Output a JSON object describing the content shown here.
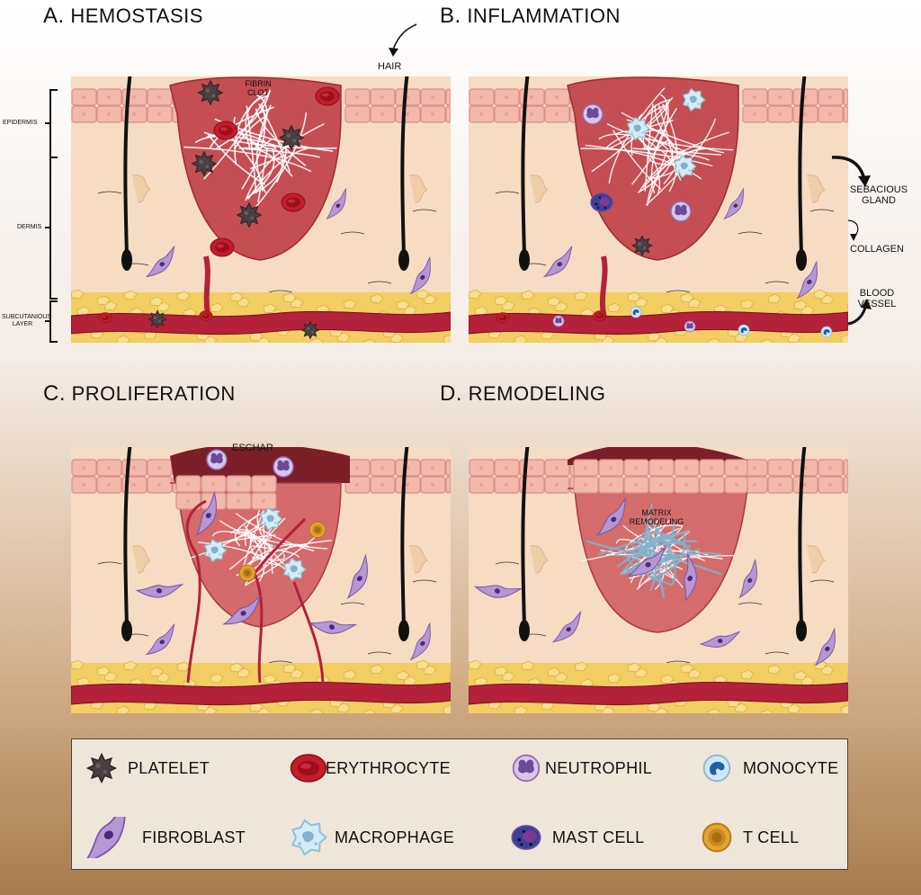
{
  "colors": {
    "tissue": "#f6dcc2",
    "epidermis": "#f3b8ac",
    "wound": "#c44e52",
    "vessel": "#b3213a",
    "fat": "#f3cf63",
    "eschar": "#7c1e28",
    "fibroblast": "#a889c6",
    "monocyte": "#bfe0ee"
  },
  "panels": {
    "a": {
      "letter": "A.",
      "title": "HEMOSTASIS",
      "clot_label": "FIBRIN CLOT"
    },
    "b": {
      "letter": "B.",
      "title": "INFLAMMATION"
    },
    "c": {
      "letter": "C.",
      "title": "PROLIFERATION",
      "eschar_label": "ESCHAR"
    },
    "d": {
      "letter": "D.",
      "title": "REMODELING",
      "matrix_label": "MATRIX REMODELING"
    }
  },
  "layers": {
    "epidermis": "EPIDERMIS",
    "dermis": "DERMIS",
    "subcutaneous": "SUBCUTANIOUS LAYER"
  },
  "structures": {
    "hair": "HAIR",
    "sebaceous_gland": "SEBACIOUS GLAND",
    "collagen": "COLLAGEN",
    "blood_vessel": "BLOOD VESSEL"
  },
  "legend": [
    {
      "icon": "platelet-icon",
      "label": "PLATELET"
    },
    {
      "icon": "erythrocyte-icon",
      "label": "ERYTHROCYTE"
    },
    {
      "icon": "neutrophil-icon",
      "label": "NEUTROPHIL"
    },
    {
      "icon": "monocyte-icon",
      "label": "MONOCYTE"
    },
    {
      "icon": "fibroblast-icon",
      "label": "FIBROBLAST"
    },
    {
      "icon": "macrophage-icon",
      "label": "MACROPHAGE"
    },
    {
      "icon": "mast-cell-icon",
      "label": "MAST  CELL"
    },
    {
      "icon": "t-cell-icon",
      "label": "T  CELL"
    }
  ]
}
